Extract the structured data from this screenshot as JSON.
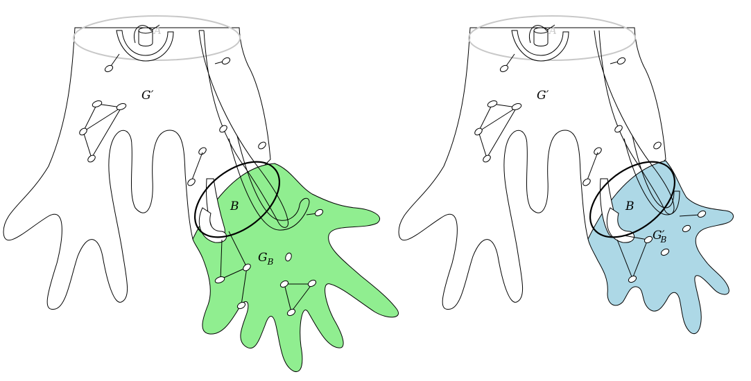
{
  "figure": {
    "left_panel": {
      "outer_label": "G′",
      "ball_label": "B",
      "part_label_main": "G",
      "part_label_sub": "B",
      "rim_label": "A",
      "fill_color": "#90ee90"
    },
    "right_panel": {
      "outer_label": "G′",
      "ball_label": "B",
      "part_label_main": "G′",
      "part_label_sub": "B",
      "rim_label": "A",
      "fill_color": "#add8e6"
    }
  }
}
